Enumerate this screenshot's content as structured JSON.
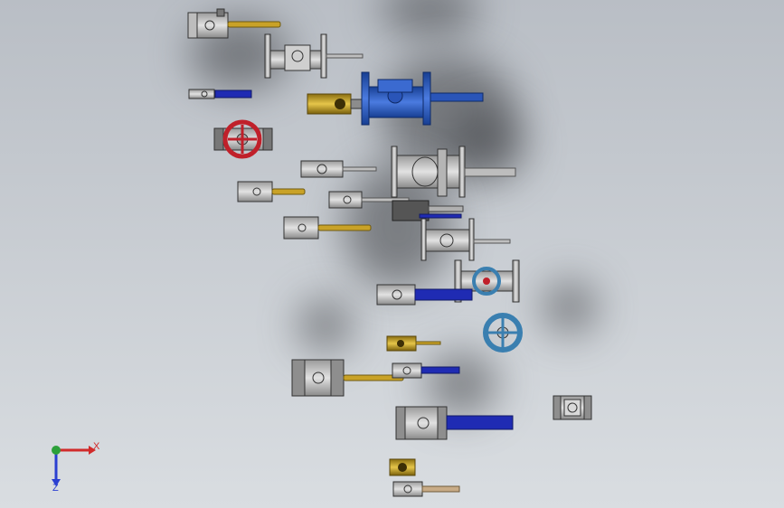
{
  "viewport": {
    "background_top": "#b9bec5",
    "background_bottom": "#d9dde1"
  },
  "colors": {
    "gold_handle": "#c9a227",
    "blue_handle": "#1f2bb3",
    "brass": "#b8961e",
    "steel": "#c8c8c8",
    "dark_steel": "#6b6b6b",
    "red_wheel": "#c0202a",
    "blue_body": "#2a55b8",
    "teal_wheel": "#3a7fb0"
  },
  "triad": {
    "x_label": "X",
    "z_label": "Z",
    "x_color": "#d12a2a",
    "y_color": "#2ca03a",
    "z_color": "#2a3fd1"
  },
  "parts": [
    {
      "name": "ball-valve-gold-handle-top"
    },
    {
      "name": "flanged-gate-valve-upper"
    },
    {
      "name": "mini-ball-valve-blue"
    },
    {
      "name": "blue-gate-valve-brass-end"
    },
    {
      "name": "red-handwheel-valve"
    },
    {
      "name": "small-ball-valve-gray-stem"
    },
    {
      "name": "large-flanged-valve-gray-stem"
    },
    {
      "name": "ball-valve-gold-handle-2"
    },
    {
      "name": "ball-valve-gray-handle-center"
    },
    {
      "name": "ball-valve-gold-handle-3"
    },
    {
      "name": "flanged-valve-gray-stem-mid"
    },
    {
      "name": "flanged-valve-teal-handwheel"
    },
    {
      "name": "ball-valve-blue-handle-mid"
    },
    {
      "name": "teal-handwheel-free"
    },
    {
      "name": "brass-ball-valve-small"
    },
    {
      "name": "large-ball-valve-gold-handle"
    },
    {
      "name": "ball-valve-blue-handle-lower"
    },
    {
      "name": "valve-body-right"
    },
    {
      "name": "large-ball-valve-blue-handle-bottom"
    },
    {
      "name": "brass-fitting-small-bottom"
    },
    {
      "name": "ball-valve-tan-handle-bottom"
    }
  ]
}
